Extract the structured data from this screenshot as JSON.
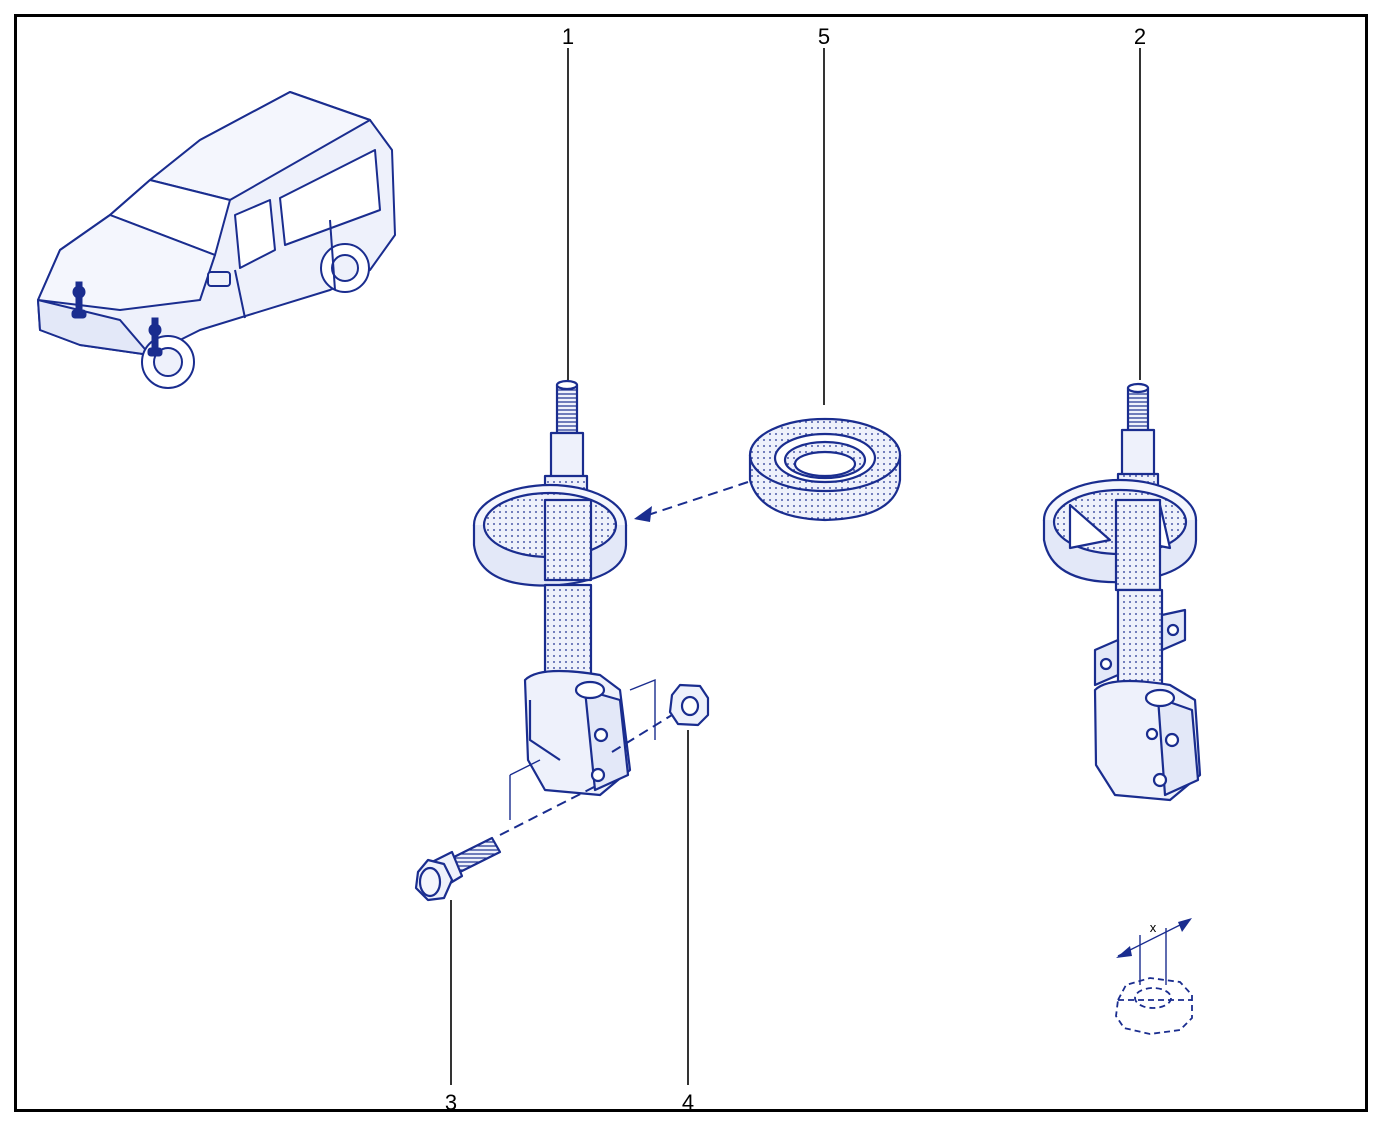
{
  "callouts": {
    "c1": "1",
    "c2": "2",
    "c3": "3",
    "c4": "4",
    "c5": "5"
  },
  "detail": {
    "dimension_label": "x"
  },
  "colors": {
    "ink": "#1a2d8f",
    "fill": "#eef1fb",
    "frame": "#000000"
  }
}
